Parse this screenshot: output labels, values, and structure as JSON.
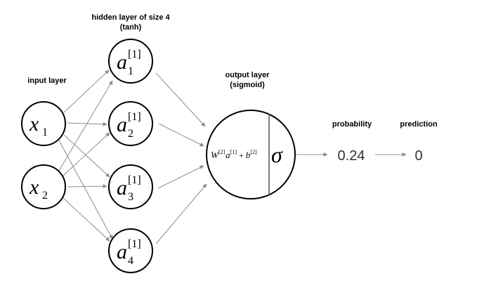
{
  "labels": {
    "hidden_title_1": "hidden layer of size 4",
    "hidden_title_2": "(tanh)",
    "input_title": "input layer",
    "output_title_1": "output layer",
    "output_title_2": "(sigmoid)",
    "probability_title": "probability",
    "prediction_title": "prediction"
  },
  "inputs": [
    {
      "symbol": "x",
      "index": "1"
    },
    {
      "symbol": "x",
      "index": "2"
    }
  ],
  "hidden": [
    {
      "symbol": "a",
      "superscript": "[1]",
      "index": "1"
    },
    {
      "symbol": "a",
      "superscript": "[1]",
      "index": "2"
    },
    {
      "symbol": "a",
      "superscript": "[1]",
      "index": "3"
    },
    {
      "symbol": "a",
      "superscript": "[1]",
      "index": "4"
    }
  ],
  "output": {
    "W": "W",
    "W_sup": "[2]",
    "a": "a",
    "a_sup": "[1]",
    "plus": " + ",
    "b": "b",
    "b_sup": "[2]",
    "sigma": "σ"
  },
  "probability_value": "0.24",
  "prediction_value": "0"
}
